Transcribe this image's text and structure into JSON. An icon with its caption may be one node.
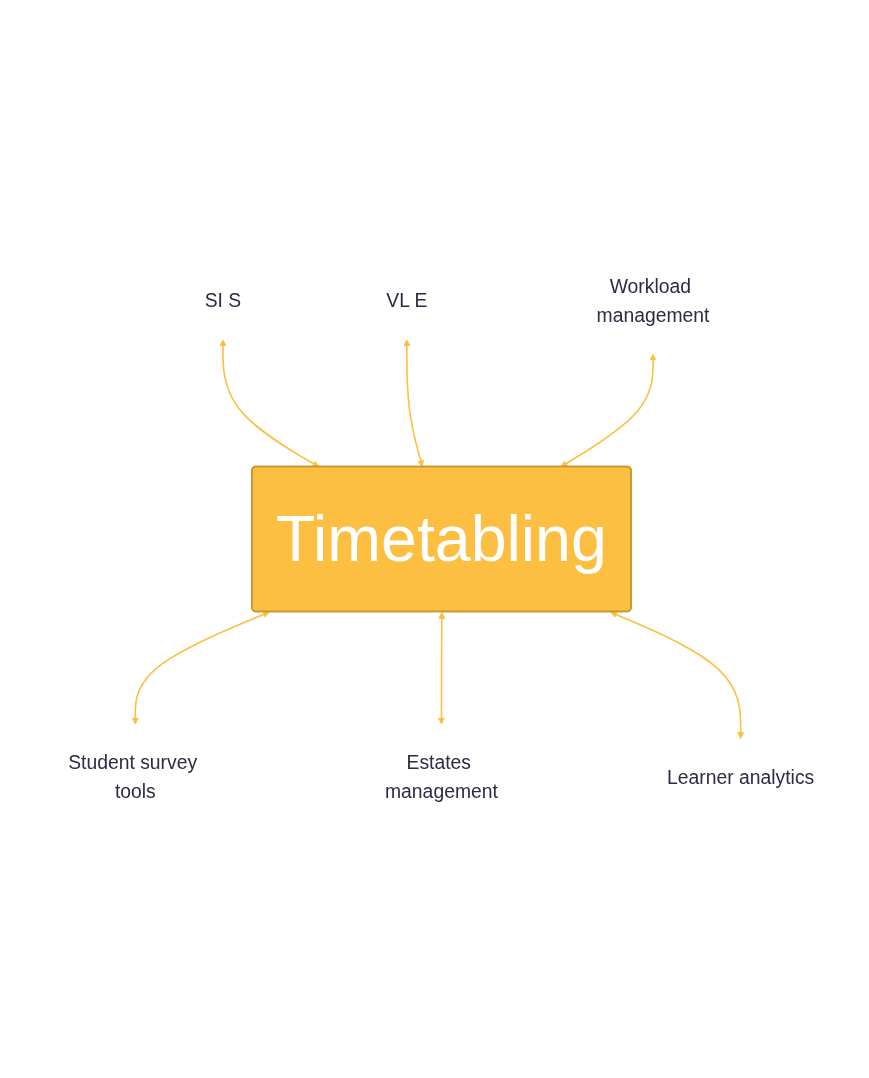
{
  "diagram": {
    "nodes": [
      {
        "text": [
          "SI S"
        ]
      },
      {
        "text": [
          "VL E"
        ]
      },
      {
        "text": [
          "Workload management"
        ]
      },
      {
        "text": [
          "Timetabling"
        ]
      },
      {
        "text": [
          "Student survey tools"
        ]
      },
      {
        "text": [
          "Estates management"
        ]
      },
      {
        "text": [
          "Learner analytics"
        ]
      }
    ],
    "edges": [
      {
        "from": 0,
        "to": 3,
        "arrow": "both"
      },
      {
        "from": 1,
        "to": 3,
        "arrow": "both"
      },
      {
        "from": 2,
        "to": 3,
        "arrow": "both"
      },
      {
        "from": 3,
        "to": 4,
        "arrow": "both"
      },
      {
        "from": 3,
        "to": 5,
        "arrow": "both"
      },
      {
        "from": 3,
        "to": 6,
        "arrow": "both"
      }
    ]
  }
}
